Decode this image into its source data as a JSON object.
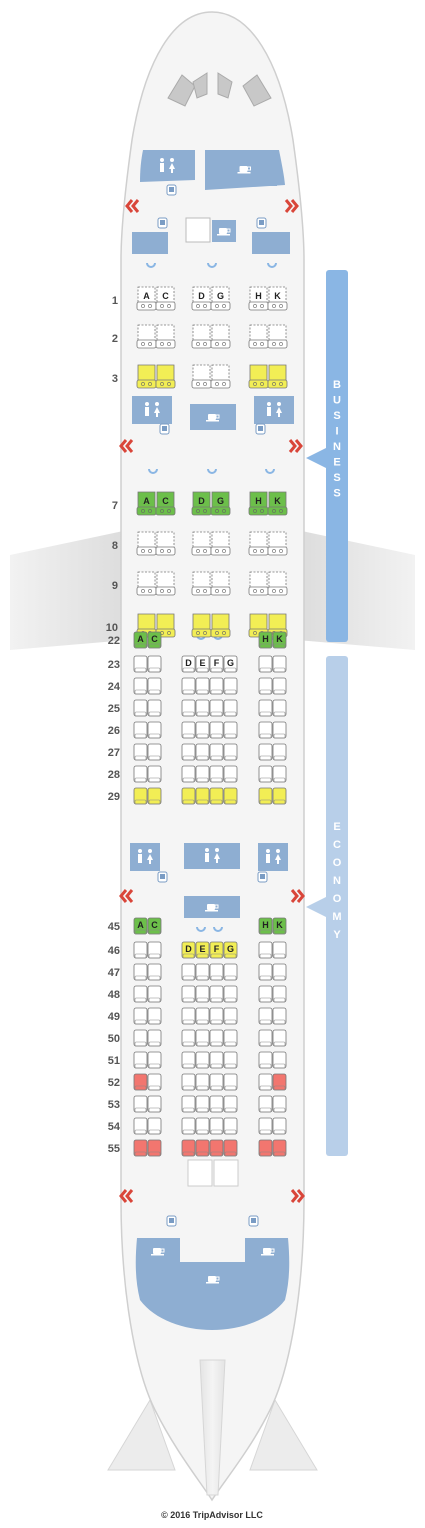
{
  "cabins": [
    {
      "name": "BUSINESS",
      "color": "#8ab6e4"
    },
    {
      "name": "ECONOMY",
      "color": "#b8cfe9"
    }
  ],
  "business_rows": [
    {
      "row": "1",
      "left": [
        "A",
        "C"
      ],
      "center": [
        "D",
        "G"
      ],
      "right": [
        "H",
        "K"
      ],
      "status": "standard",
      "labels": true
    },
    {
      "row": "2",
      "left": [
        "A",
        "C"
      ],
      "center": [
        "D",
        "G"
      ],
      "right": [
        "H",
        "K"
      ],
      "status": "standard",
      "labels": false
    },
    {
      "row": "3",
      "left": [
        "A",
        "C"
      ],
      "center": [
        "D",
        "G"
      ],
      "right": [
        "H",
        "K"
      ],
      "status": [
        "mixed",
        "mixed",
        "standard",
        "standard",
        "mixed",
        "mixed"
      ],
      "labels": false
    },
    {
      "row": "7",
      "left": [
        "A",
        "C"
      ],
      "center": [
        "D",
        "G"
      ],
      "right": [
        "H",
        "K"
      ],
      "status": "good",
      "labels": true
    },
    {
      "row": "8",
      "left": [
        "A",
        "C"
      ],
      "center": [
        "D",
        "G"
      ],
      "right": [
        "H",
        "K"
      ],
      "status": "standard",
      "labels": false
    },
    {
      "row": "9",
      "left": [
        "A",
        "C"
      ],
      "center": [
        "D",
        "G"
      ],
      "right": [
        "H",
        "K"
      ],
      "status": "standard",
      "labels": false
    },
    {
      "row": "10",
      "left": [
        "A",
        "C"
      ],
      "center": [
        "D",
        "G"
      ],
      "right": [
        "H",
        "K"
      ],
      "status": "mixed",
      "labels": false
    }
  ],
  "economy_rows": [
    {
      "row": "22",
      "left": [
        "A",
        "C"
      ],
      "center": [],
      "right": [
        "H",
        "K"
      ],
      "status": "good",
      "labels": true
    },
    {
      "row": "23",
      "left": [
        "A",
        "C"
      ],
      "center": [
        "D",
        "E",
        "F",
        "G"
      ],
      "right": [
        "H",
        "K"
      ],
      "status": "standard",
      "labels": false,
      "center_labels": true
    },
    {
      "row": "24",
      "left": [
        "A",
        "C"
      ],
      "center": [
        "D",
        "E",
        "F",
        "G"
      ],
      "right": [
        "H",
        "K"
      ],
      "status": "standard",
      "labels": false
    },
    {
      "row": "25",
      "left": [
        "A",
        "C"
      ],
      "center": [
        "D",
        "E",
        "F",
        "G"
      ],
      "right": [
        "H",
        "K"
      ],
      "status": "standard",
      "labels": false
    },
    {
      "row": "26",
      "left": [
        "A",
        "C"
      ],
      "center": [
        "D",
        "E",
        "F",
        "G"
      ],
      "right": [
        "H",
        "K"
      ],
      "status": "standard",
      "labels": false
    },
    {
      "row": "27",
      "left": [
        "A",
        "C"
      ],
      "center": [
        "D",
        "E",
        "F",
        "G"
      ],
      "right": [
        "H",
        "K"
      ],
      "status": "standard",
      "labels": false
    },
    {
      "row": "28",
      "left": [
        "A",
        "C"
      ],
      "center": [
        "D",
        "E",
        "F",
        "G"
      ],
      "right": [
        "H",
        "K"
      ],
      "status": "standard",
      "labels": false
    },
    {
      "row": "29",
      "left": [
        "A",
        "C"
      ],
      "center": [
        "D",
        "E",
        "F",
        "G"
      ],
      "right": [
        "H",
        "K"
      ],
      "status": "mixed",
      "labels": false
    },
    {
      "row": "45",
      "left": [
        "A",
        "C"
      ],
      "center": [],
      "right": [
        "H",
        "K"
      ],
      "status": "good",
      "labels": true
    },
    {
      "row": "46",
      "left": [
        "A",
        "C"
      ],
      "center": [
        "D",
        "E",
        "F",
        "G"
      ],
      "right": [
        "H",
        "K"
      ],
      "status": [
        "standard",
        "standard",
        "mixed",
        "mixed",
        "mixed",
        "mixed",
        "standard",
        "standard"
      ],
      "labels": false,
      "center_labels": true
    },
    {
      "row": "47",
      "left": [
        "A",
        "C"
      ],
      "center": [
        "D",
        "E",
        "F",
        "G"
      ],
      "right": [
        "H",
        "K"
      ],
      "status": "standard",
      "labels": false
    },
    {
      "row": "48",
      "left": [
        "A",
        "C"
      ],
      "center": [
        "D",
        "E",
        "F",
        "G"
      ],
      "right": [
        "H",
        "K"
      ],
      "status": "standard",
      "labels": false
    },
    {
      "row": "49",
      "left": [
        "A",
        "C"
      ],
      "center": [
        "D",
        "E",
        "F",
        "G"
      ],
      "right": [
        "H",
        "K"
      ],
      "status": "standard",
      "labels": false
    },
    {
      "row": "50",
      "left": [
        "A",
        "C"
      ],
      "center": [
        "D",
        "E",
        "F",
        "G"
      ],
      "right": [
        "H",
        "K"
      ],
      "status": "standard",
      "labels": false
    },
    {
      "row": "51",
      "left": [
        "A",
        "C"
      ],
      "center": [
        "D",
        "E",
        "F",
        "G"
      ],
      "right": [
        "H",
        "K"
      ],
      "status": "standard",
      "labels": false
    },
    {
      "row": "52",
      "left": [
        "A",
        "C"
      ],
      "center": [
        "D",
        "E",
        "F",
        "G"
      ],
      "right": [
        "H",
        "K"
      ],
      "status": [
        "bad",
        "standard",
        "standard",
        "standard",
        "standard",
        "standard",
        "standard",
        "bad"
      ],
      "labels": false
    },
    {
      "row": "53",
      "left": [
        "A",
        "C"
      ],
      "center": [
        "D",
        "E",
        "F",
        "G"
      ],
      "right": [
        "H",
        "K"
      ],
      "status": "standard",
      "labels": false
    },
    {
      "row": "54",
      "left": [
        "A",
        "C"
      ],
      "center": [
        "D",
        "E",
        "F",
        "G"
      ],
      "right": [
        "H",
        "K"
      ],
      "status": "standard",
      "labels": false
    },
    {
      "row": "55",
      "left": [
        "A",
        "C"
      ],
      "center": [
        "D",
        "E",
        "F",
        "G"
      ],
      "right": [
        "H",
        "K"
      ],
      "status": "bad",
      "labels": false
    }
  ],
  "seat_colors": {
    "standard": "#ffffff",
    "good": "#6cbf4a",
    "mixed": "#f2ee55",
    "bad": "#f2766f"
  },
  "facility_colors": {
    "galley": "#8eaed2",
    "lavatory": "#8eaed2",
    "exit": "#d9463a"
  },
  "icons": [
    "lavatory-icon",
    "galley-icon",
    "closet-icon",
    "bassinet-icon",
    "exit-icon"
  ],
  "copyright": "© 2016 TripAdvisor LLC"
}
